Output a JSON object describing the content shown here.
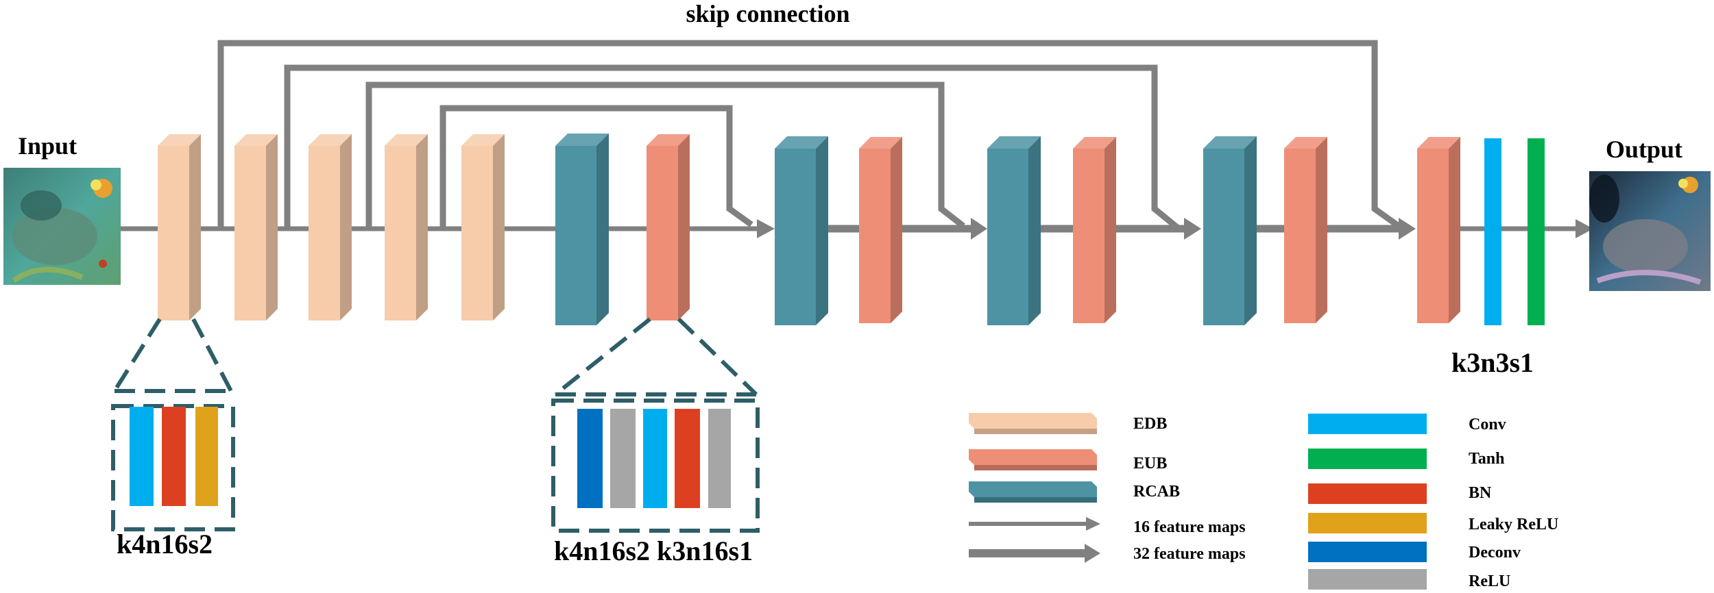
{
  "title": "skip connection",
  "input_label": "Input",
  "output_label": "Output",
  "head_label": "k3n3s1",
  "zoom_left_label": "k4n16s2",
  "zoom_right_label": "k4n16s2 k3n16s1",
  "colors": {
    "edb": "#F6CCAA",
    "eub": "#EE8E76",
    "rcab": "#4D93A4",
    "conv": "#00AEEF",
    "tanh": "#00B050",
    "bn": "#DD4020",
    "leaky_relu": "#E0A21A",
    "deconv": "#0070C0",
    "relu": "#A6A6A6",
    "arrow": "#808080",
    "dash": "#2E5E68"
  },
  "legend": {
    "edb": "EDB",
    "eub": "EUB",
    "rcab": "RCAB",
    "feat16": "16 feature maps",
    "feat32": "32 feature maps",
    "conv": "Conv",
    "tanh": "Tanh",
    "bn": "BN",
    "leaky_relu": "Leaky ReLU",
    "deconv": "Deconv",
    "relu": "ReLU"
  }
}
